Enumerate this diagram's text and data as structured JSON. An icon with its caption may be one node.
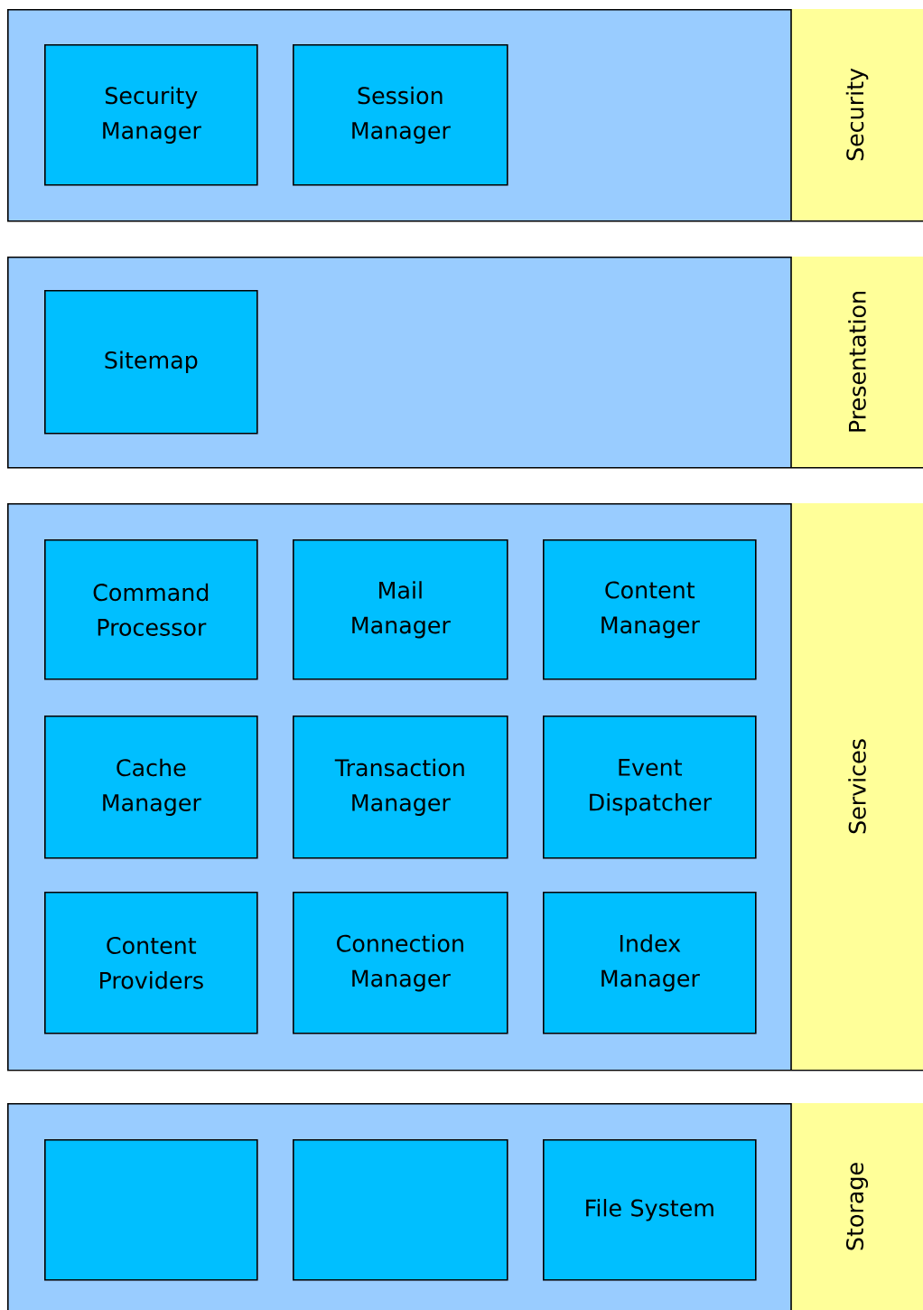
{
  "diagram": {
    "nodes": [
      {
        "text": [
          "Security"
        ]
      },
      {
        "text": [
          "Security Manager"
        ],
        "in": 0
      },
      {
        "text": [
          "Session Manager"
        ],
        "in": 0
      },
      {
        "text": [
          "Presentation"
        ]
      },
      {
        "text": [
          "Sitemap"
        ],
        "in": 3
      },
      {
        "text": [
          "Services"
        ]
      },
      {
        "text": [
          "Command Processor"
        ],
        "in": 5
      },
      {
        "text": [
          "Mail Manager"
        ],
        "in": 5
      },
      {
        "text": [
          "Content Manager"
        ],
        "in": 5
      },
      {
        "text": [
          "Cache Manager"
        ],
        "in": 5
      },
      {
        "text": [
          "Transaction Manager"
        ],
        "in": 5
      },
      {
        "text": [
          "Event Dispatcher"
        ],
        "in": 5
      },
      {
        "text": [
          "Content Providers"
        ],
        "in": 5
      },
      {
        "text": [
          "Connection Manager"
        ],
        "in": 5
      },
      {
        "text": [
          "Index Manager"
        ],
        "in": 5
      },
      {
        "text": [
          "Storage"
        ]
      },
      {
        "text": [],
        "shape": "box",
        "in": 15
      },
      {
        "text": [],
        "shape": "box",
        "in": 15
      },
      {
        "text": [
          "File System"
        ],
        "in": 15
      }
    ]
  }
}
